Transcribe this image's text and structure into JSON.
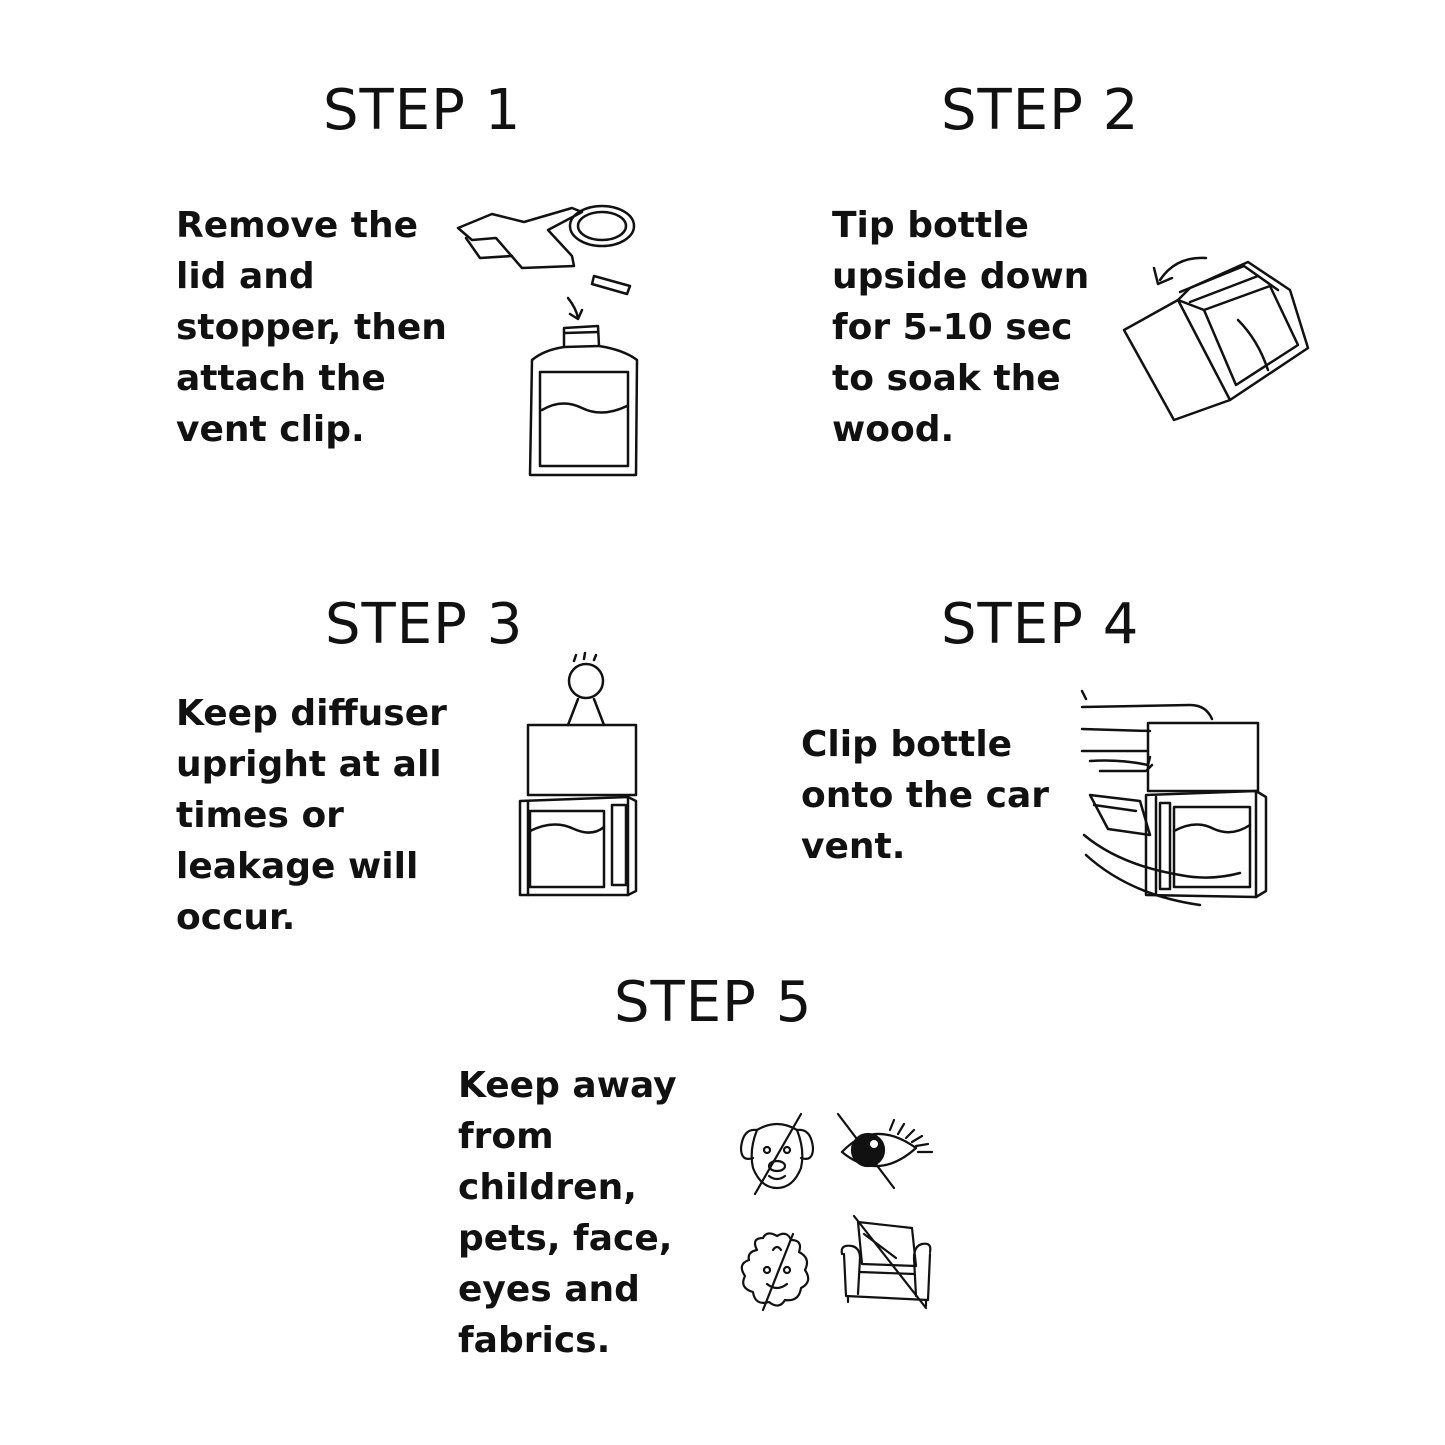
{
  "steps": [
    {
      "title": "STEP 1",
      "text": "Remove the\nlid and\nstopper, then\nattach the\nvent clip."
    },
    {
      "title": "STEP 2",
      "text": "Tip bottle\nupside down\nfor 5-10 sec\nto soak the\nwood."
    },
    {
      "title": "STEP 3",
      "text": "Keep diffuser\nupright at all\ntimes or\nleakage will\noccur."
    },
    {
      "title": "STEP 4",
      "text": "Clip bottle\nonto the car\nvent."
    },
    {
      "title": "STEP 5",
      "text": "Keep away\nfrom\nchildren,\npets, face,\neyes and\nfabrics."
    }
  ],
  "icons": {
    "step1": "bottle-vent-clip-icon",
    "step2": "tipped-bottle-icon",
    "step3": "upright-bottle-icon",
    "step4": "car-vent-bottle-icon",
    "step5": [
      "no-pets-icon",
      "no-eyes-icon",
      "no-children-icon",
      "no-fabrics-icon"
    ]
  },
  "colors": {
    "ink": "#111111",
    "background": "#ffffff"
  }
}
